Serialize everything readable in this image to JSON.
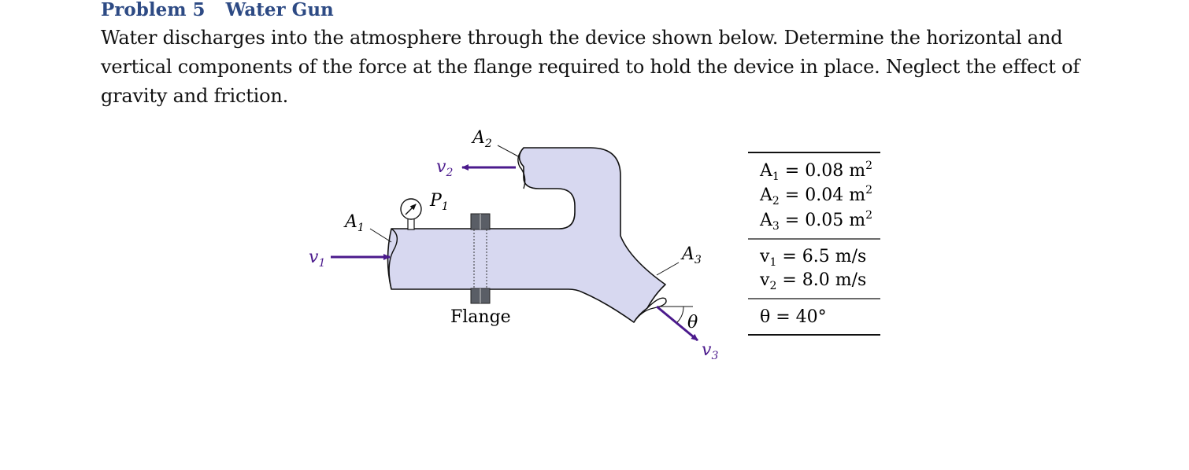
{
  "problem": {
    "number_label": "Problem 5",
    "title": "Water Gun",
    "statement": "Water discharges into the atmosphere through the device shown below. Determine the horizontal and vertical components of the force at the flange required to hold the device in place. Neglect the effect of gravity and friction."
  },
  "figure": {
    "labels": {
      "A1": "A",
      "A1_sub": "1",
      "A2": "A",
      "A2_sub": "2",
      "A3": "A",
      "A3_sub": "3",
      "P1": "P",
      "P1_sub": "1",
      "v1": "v",
      "v1_sub": "1",
      "v2": "v",
      "v2_sub": "2",
      "v3": "v",
      "v3_sub": "3",
      "theta": "θ",
      "flange": "Flange"
    },
    "colors": {
      "fluid_fill": "#d7d8f0",
      "arrow": "#4b1a8c",
      "flange": "#5a5e66",
      "title": "#2d4a84"
    }
  },
  "given": {
    "areas": [
      {
        "sym": "A",
        "sub": "1",
        "eq": " = 0.08 m",
        "sup": "2"
      },
      {
        "sym": "A",
        "sub": "2",
        "eq": " = 0.04 m",
        "sup": "2"
      },
      {
        "sym": "A",
        "sub": "3",
        "eq": " = 0.05 m",
        "sup": "2"
      }
    ],
    "velocities": [
      {
        "sym": "v",
        "sub": "1",
        "eq": " = 6.5 m/s"
      },
      {
        "sym": "v",
        "sub": "2",
        "eq": " = 8.0 m/s"
      }
    ],
    "angle": {
      "sym": "θ",
      "eq": " = 40°"
    }
  }
}
